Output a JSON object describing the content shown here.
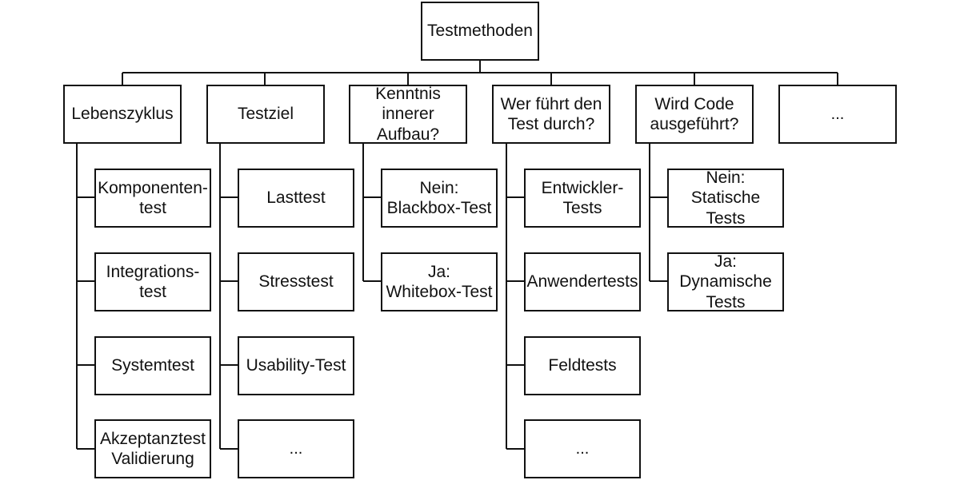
{
  "root": "Testmethoden",
  "categories": [
    "Lebenszyklus",
    "Testziel",
    "Kenntnis innerer\nAufbau?",
    "Wer führt den\nTest durch?",
    "Wird Code\nausgeführt?",
    "..."
  ],
  "lebenszyklus": [
    "Komponenten-\ntest",
    "Integrations-\ntest",
    "Systemtest",
    "Akzeptanztest\nValidierung"
  ],
  "testziel": [
    "Lasttest",
    "Stresstest",
    "Usability-Test",
    "..."
  ],
  "aufbau": [
    "Nein:\nBlackbox-Test",
    "Ja:\nWhitebox-Test"
  ],
  "durchfuehrung": [
    "Entwickler-Tests",
    "Anwendertests",
    "Feldtests",
    "..."
  ],
  "codeausfuehrung": [
    "Nein:\nStatische Tests",
    "Ja: Dynamische\nTests"
  ]
}
